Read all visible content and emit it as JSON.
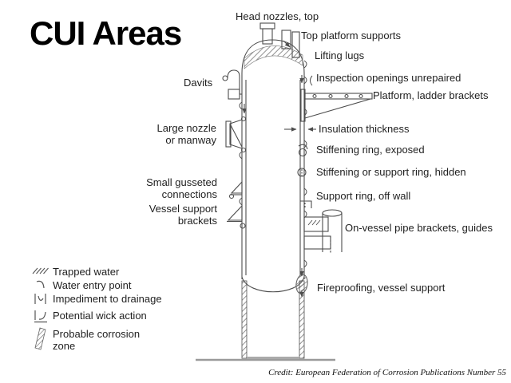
{
  "slide": {
    "title": "CUI Areas",
    "credit": "Credit: European Federation of Corrosion Publications Number 55"
  },
  "diagram": {
    "labels": [
      {
        "id": "head-nozzles-top",
        "text": "Head nozzles, top"
      },
      {
        "id": "top-platform-supports",
        "text": "Top platform supports"
      },
      {
        "id": "lifting-lugs",
        "text": "Lifting lugs"
      },
      {
        "id": "inspection-openings-unrepaired",
        "text": "Inspection openings unrepaired"
      },
      {
        "id": "platform-ladder-brackets",
        "text": "Platform, ladder brackets"
      },
      {
        "id": "davits",
        "text": "Davits"
      },
      {
        "id": "insulation-thickness",
        "text": "Insulation thickness"
      },
      {
        "id": "stiffening-ring-exposed",
        "text": "Stiffening ring, exposed"
      },
      {
        "id": "stiffening-or-support-ring-hidden",
        "text": "Stiffening or support ring, hidden"
      },
      {
        "id": "support-ring-off-wall",
        "text": "Support ring, off wall"
      },
      {
        "id": "large-nozzle-or-manway",
        "text": "Large nozzle\nor manway"
      },
      {
        "id": "small-gusseted-connections",
        "text": "Small gusseted\nconnections"
      },
      {
        "id": "vessel-support-brackets",
        "text": "Vessel support\nbrackets"
      },
      {
        "id": "on-vessel-pipe-brackets-guides",
        "text": "On-vessel pipe brackets, guides"
      },
      {
        "id": "fireproofing-vessel-support",
        "text": "Fireproofing, vessel support"
      }
    ]
  },
  "legend": {
    "items": [
      {
        "symbol": "trapped-water",
        "label": "Trapped water"
      },
      {
        "symbol": "water-entry-point",
        "label": "Water entry point"
      },
      {
        "symbol": "impediment-to-drainage",
        "label": "Impediment to drainage"
      },
      {
        "symbol": "potential-wick-action",
        "label": "Potential wick action"
      },
      {
        "symbol": "probable-corrosion-zone",
        "label": "Probable corrosion\nzone"
      }
    ]
  },
  "colors": {
    "line": "#4d4d4d",
    "hatch": "#6e6e6e",
    "ground": "#9a9a9a",
    "text": "#1f1f1f"
  }
}
